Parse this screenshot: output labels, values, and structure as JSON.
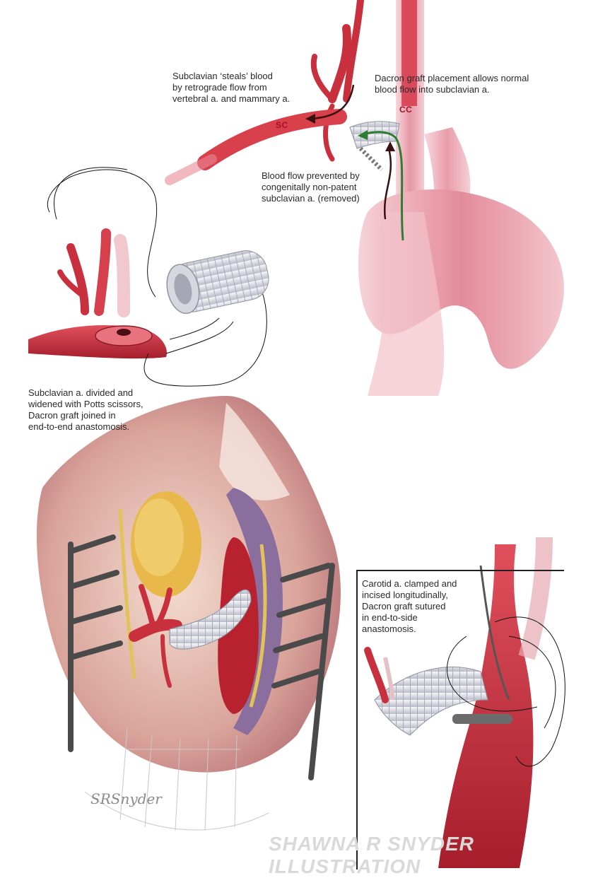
{
  "labels": {
    "steal": "Subclavian ‘steals’ blood\nby retrograde flow from\nvertebral a. and mammary a.",
    "dacron_top": "Dacron graft placement allows normal\nblood flow into subclavian a.",
    "prevented": "Blood flow prevented by\ncongenitally non-patent\nsubclavian a. (removed)",
    "divided": "Subclavian a. divided and\nwidened with Potts scissors,\nDacron graft joined in\nend-to-end anastomosis.",
    "carotid": "Carotid a. clamped and\nincised longitudinally,\nDacron graft sutured\nin end-to-side\nanastomosis."
  },
  "vessel_tags": {
    "sc": "SC",
    "cc": "CC"
  },
  "signature": "SRSnyder",
  "watermark": "SHAWNA R SNYDER ILLUSTRATION",
  "colors": {
    "artery": "#c9303d",
    "artery_dark": "#9e1c2a",
    "aorta_pink": "#e79aa6",
    "graft": "#e3e4ea",
    "fat": "#e8b84a",
    "vein": "#8a6f9e",
    "nerve": "#e2c25a",
    "retractor": "#4a4a4a",
    "flow_arrow_green": "#2e7d32",
    "flow_arrow_dark": "#3a1010"
  }
}
